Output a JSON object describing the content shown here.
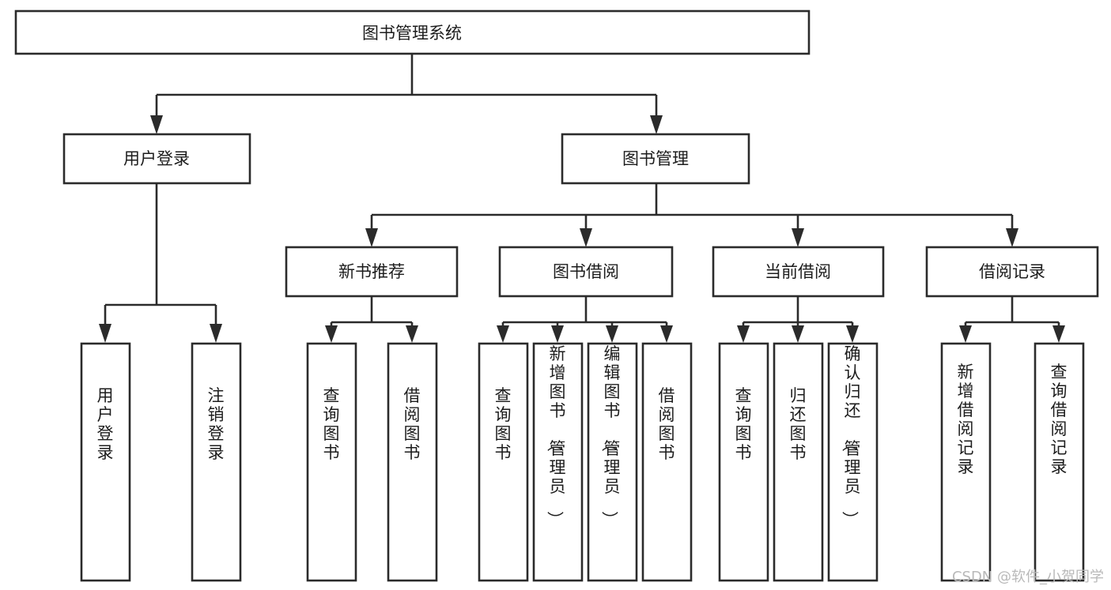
{
  "diagram": {
    "title": "图书管理系统",
    "type": "功能结构图",
    "theme": {
      "box_fill": "#ffffff",
      "box_stroke": "#2b2b2b",
      "text_color": "#1c1c1c",
      "background": "#ffffff",
      "watermark_color": "#b9b9b9"
    },
    "root": {
      "label": "图书管理系统"
    },
    "level2": [
      {
        "label": "用户登录"
      },
      {
        "label": "图书管理"
      }
    ],
    "level3": [
      {
        "label": "新书推荐"
      },
      {
        "label": "图书借阅"
      },
      {
        "label": "当前借阅"
      },
      {
        "label": "借阅记录"
      }
    ],
    "leaves": {
      "user_login": [
        {
          "label": "用户登录"
        },
        {
          "label": "注销登录"
        }
      ],
      "new_book_recommend": [
        {
          "label": "查询图书"
        },
        {
          "label": "借阅图书"
        }
      ],
      "book_borrow": [
        {
          "label": "查询图书"
        },
        {
          "label": "新增图书（管理员）"
        },
        {
          "label": "编辑图书（管理员）"
        },
        {
          "label": "借阅图书"
        }
      ],
      "current_borrow": [
        {
          "label": "查询图书"
        },
        {
          "label": "归还图书"
        },
        {
          "label": "确认归还（管理员）"
        }
      ],
      "borrow_record": [
        {
          "label": "新增借阅记录"
        },
        {
          "label": "查询借阅记录"
        }
      ]
    },
    "watermark": "CSDN @软件_小贺同学"
  }
}
